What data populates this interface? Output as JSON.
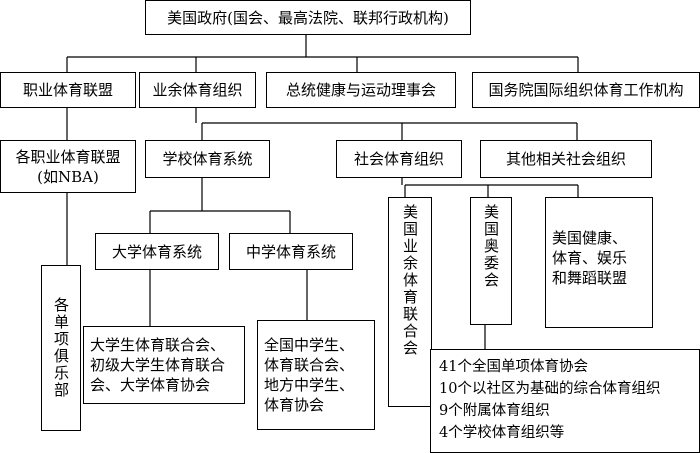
{
  "nodes": {
    "government": "美国政府(国会、最高法院、联邦行政机构)",
    "pro_leagues": "职业体育联盟",
    "amateur_org": "业余体育组织",
    "presidents_council": "总统健康与运动理事会",
    "state_dept_office": "国务院国际组织体育工作机构",
    "pro_leagues_each": "各职业体育联盟\n(如NBA)",
    "clubs": "各单项俱乐部",
    "school_sports": "学校体育系统",
    "social_org": "社会体育组织",
    "other_social": "其他相关社会组织",
    "college_sports": "大学体育系统",
    "highschool_sports": "中学体育系统",
    "college_assoc": "大学生体育联合会、\n初级大学生体育联合\n会、大学体育协会",
    "hs_assoc": "全国中学生、\n体育联合会、\n地方中学生、\n体育协会",
    "aau": "美国业余体育联合会",
    "usoc": "美国奥委会",
    "aahperd": "美国健康、\n体育、娱乐\n和舞蹈联盟",
    "usoc_members": "41个全国单项体育协会\n10个以社区为基础的综合体育组织\n9个附属体育组织\n4个学校体育组织等"
  }
}
